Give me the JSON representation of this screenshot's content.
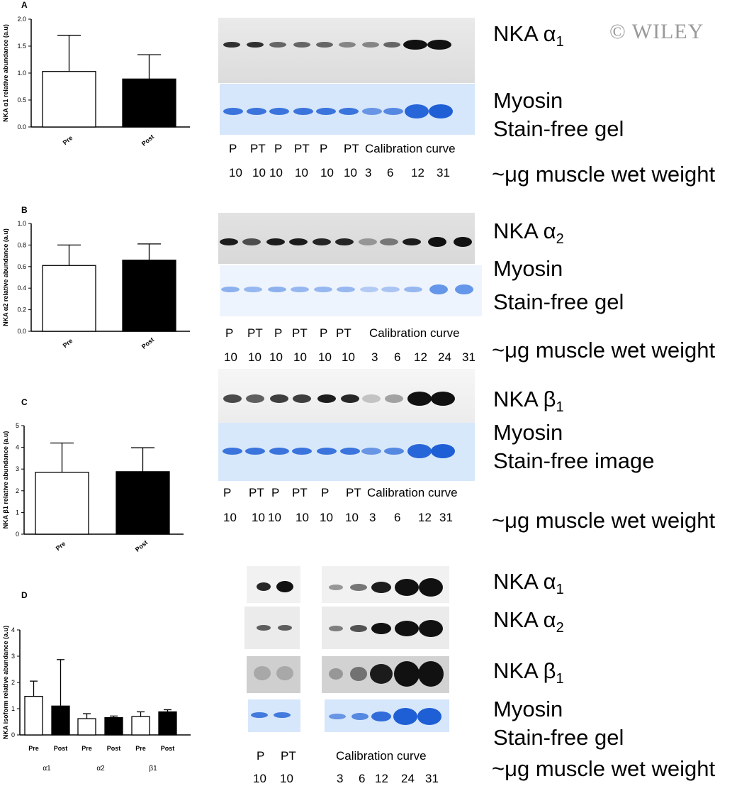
{
  "watermark": "© WILEY",
  "panels": {
    "A": {
      "letter": "A",
      "ylabel": "NKA α1 relative abundance (a.u)",
      "yticks": [
        "0.0",
        "0.5",
        "1.0",
        "1.5",
        "2.0"
      ],
      "xlabels": [
        "Pre",
        "Post"
      ],
      "protein": "NKA α1",
      "myosin": "Myosin",
      "stain": "Stain-free gel",
      "lanes": [
        "P",
        "PT",
        "P",
        "PT",
        "P",
        "PT",
        "Calibration curve"
      ],
      "weights": [
        "10",
        "10",
        "10",
        "10",
        "10",
        "10",
        "3",
        "6",
        "12",
        "31"
      ],
      "wet_label": "~μg muscle wet weight"
    },
    "B": {
      "letter": "B",
      "ylabel": "NKA α2 relative abundance (a.u)",
      "yticks": [
        "0.0",
        "0.2",
        "0.4",
        "0.6",
        "0.8",
        "1.0"
      ],
      "xlabels": [
        "Pre",
        "Post"
      ],
      "protein": "NKA α2",
      "myosin": "Myosin",
      "stain": "Stain-free gel",
      "lanes": [
        "P",
        "PT",
        "P",
        "PT",
        "P",
        "PT",
        "Calibration curve"
      ],
      "weights": [
        "10",
        "10",
        "10",
        "10",
        "10",
        "10",
        "3",
        "6",
        "12",
        "24",
        "31"
      ],
      "wet_label": "~μg muscle wet weight"
    },
    "C": {
      "letter": "C",
      "ylabel": "NKA β1 relative abundance (a.u)",
      "yticks": [
        "0",
        "1",
        "2",
        "3",
        "4",
        "5"
      ],
      "xlabels": [
        "Pre",
        "Post"
      ],
      "protein": "NKA β1",
      "myosin": "Myosin",
      "stain": "Stain-free image",
      "lanes": [
        "P",
        "PT",
        "P",
        "PT",
        "P",
        "PT",
        "Calibration curve"
      ],
      "weights": [
        "10",
        "10",
        "10",
        "10",
        "10",
        "10",
        "3",
        "6",
        "12",
        "31"
      ],
      "wet_label": "~μg muscle wet weight"
    },
    "D": {
      "letter": "D",
      "ylabel": "NKA isoform relative abundance (a.u)",
      "yticks": [
        "0",
        "1",
        "2",
        "3",
        "4"
      ],
      "xlabels": [
        "Pre",
        "Post",
        "Pre",
        "Post",
        "Pre",
        "Post"
      ],
      "groups": [
        "α1",
        "α2",
        "β1"
      ],
      "protein1": "NKA α1",
      "protein2": "NKA α2",
      "protein3": "NKA β1",
      "myosin": "Myosin",
      "stain": "Stain-free gel",
      "lanes": [
        "P",
        "PT",
        "Calibration curve"
      ],
      "weights": [
        "10",
        "10",
        "3",
        "6",
        "12",
        "24",
        "31"
      ],
      "wet_label": "~μg muscle wet weight"
    }
  },
  "chart_data": [
    {
      "type": "bar",
      "panel": "A",
      "categories": [
        "Pre",
        "Post"
      ],
      "values": [
        1.03,
        0.89
      ],
      "errors": [
        0.67,
        0.45
      ],
      "ylabel": "NKA α1 relative abundance (a.u)",
      "ylim": [
        0,
        2.0
      ],
      "colors": [
        "#ffffff",
        "#000000"
      ]
    },
    {
      "type": "bar",
      "panel": "B",
      "categories": [
        "Pre",
        "Post"
      ],
      "values": [
        0.61,
        0.66
      ],
      "errors": [
        0.19,
        0.15
      ],
      "ylabel": "NKA α2 relative abundance (a.u)",
      "ylim": [
        0,
        1.0
      ],
      "colors": [
        "#ffffff",
        "#000000"
      ]
    },
    {
      "type": "bar",
      "panel": "C",
      "categories": [
        "Pre",
        "Post"
      ],
      "values": [
        2.85,
        2.88
      ],
      "errors": [
        1.35,
        1.1
      ],
      "ylabel": "NKA β1 relative abundance (a.u)",
      "ylim": [
        0,
        5
      ],
      "colors": [
        "#ffffff",
        "#000000"
      ]
    },
    {
      "type": "bar",
      "panel": "D",
      "categories": [
        "Pre",
        "Post",
        "Pre",
        "Post",
        "Pre",
        "Post"
      ],
      "values": [
        1.47,
        1.1,
        0.62,
        0.66,
        0.7,
        0.88
      ],
      "errors": [
        0.58,
        1.77,
        0.19,
        0.06,
        0.18,
        0.08
      ],
      "groups": [
        "α1",
        "α2",
        "β1"
      ],
      "ylabel": "NKA isoform relative abundance (a.u)",
      "ylim": [
        0,
        4
      ],
      "colors": [
        "#ffffff",
        "#000000",
        "#ffffff",
        "#000000",
        "#ffffff",
        "#000000"
      ]
    }
  ]
}
